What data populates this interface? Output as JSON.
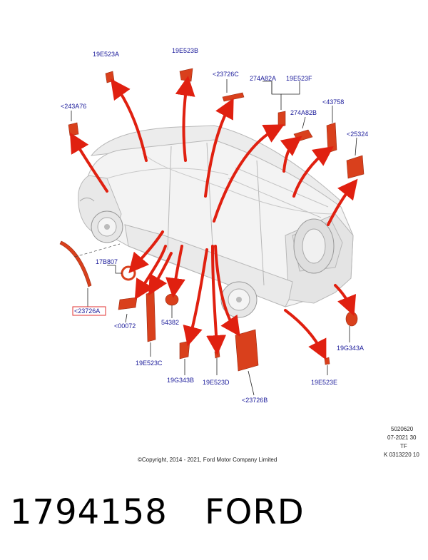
{
  "callouts": {
    "c19E523A": "19E523A",
    "c19E523B": "19E523B",
    "c23726C": "<23726C",
    "c274A82A": "274A82A",
    "c19E523F": "19E523F",
    "c243A76": "<243A76",
    "c274A82B": "274A82B",
    "c43758": "<43758",
    "c25324": "<25324",
    "c17B807": "17B807",
    "c23726A": "<23726A",
    "c00072": "<00072",
    "c54382": "54382",
    "c19E523C": "19E523C",
    "c19G343B": "19G343B",
    "c19E523D": "19E523D",
    "c23726B": "<23726B",
    "c19G343A": "19G343A",
    "c19E523E": "19E523E"
  },
  "drawing_info": [
    "5020620",
    "07-2021 30",
    "TF",
    "K 0313220 10"
  ],
  "copyright": "©Copyright, 2014 - 2021, Ford Motor Company Limited",
  "part_number": "1794158",
  "brand": "FORD",
  "colors": {
    "label_text": "#1a1a9a",
    "part_fill": "#d9401c",
    "arrow": "#e02010",
    "highlight_box": "#e03030"
  }
}
